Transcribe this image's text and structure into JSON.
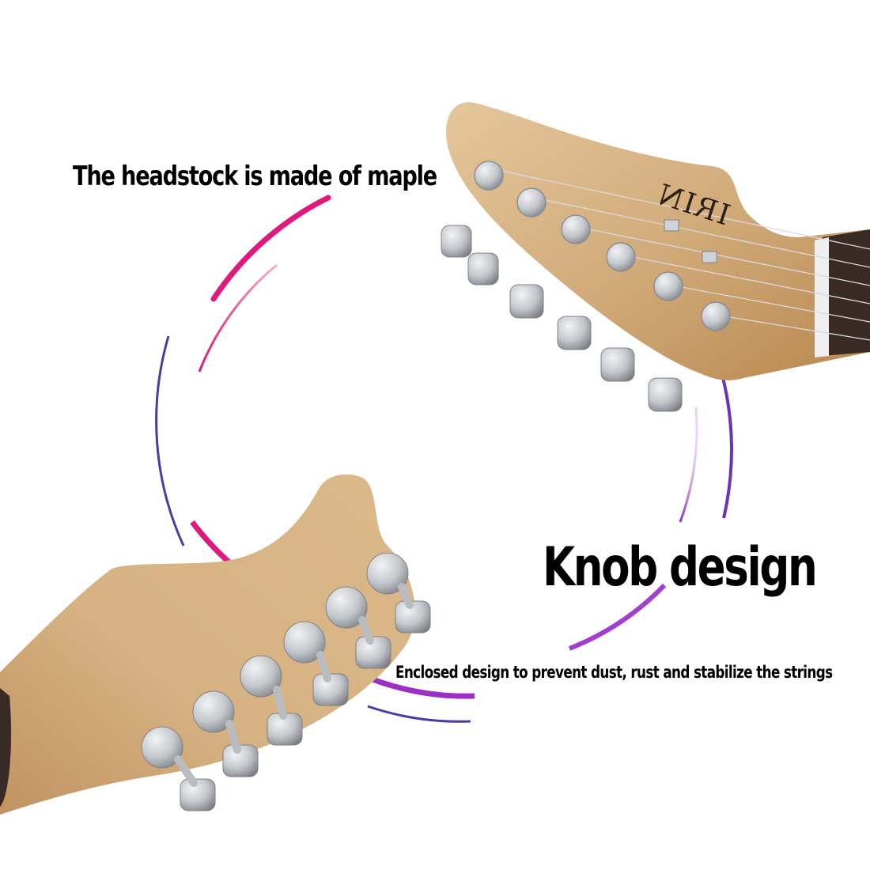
{
  "captions": {
    "headstock_material": "The headstock is made of maple",
    "knob_title": "Knob design",
    "knob_description": "Enclosed design to prevent dust, rust and stabilize the strings"
  },
  "brand_logo_text": "IRIN",
  "colors": {
    "maple_light": "#d9b88a",
    "maple_dark": "#b88a55",
    "chrome": "#c9ccd0",
    "chrome_dark": "#7f8388",
    "fretboard": "#3a2a26",
    "arc_magenta": "#e0197d",
    "arc_purple": "#8a2fc4",
    "arc_indigo": "#4b3aa8",
    "text": "#000000"
  }
}
